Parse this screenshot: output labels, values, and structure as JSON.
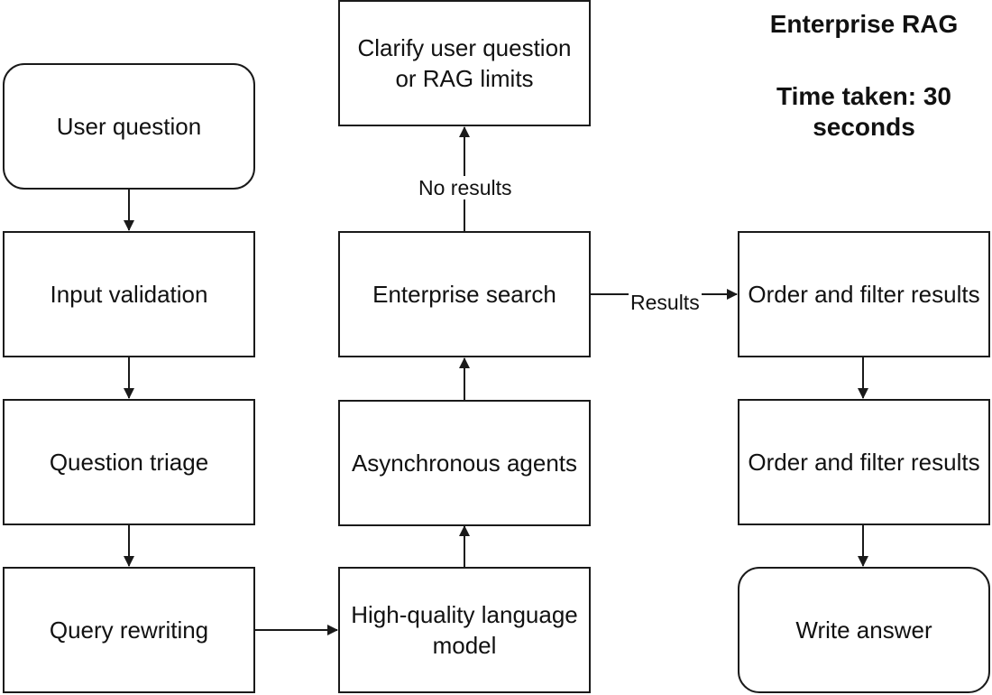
{
  "title": "Enterprise RAG",
  "time_taken": "Time taken: 30 seconds",
  "nodes": {
    "user_question": "User question",
    "input_validation": "Input validation",
    "question_triage": "Question triage",
    "query_rewriting": "Query rewriting",
    "language_model": "High-quality language model",
    "async_agents": "Asynchronous agents",
    "enterprise_search": "Enterprise search",
    "clarify": "Clarify user question or RAG limits",
    "order_filter_1": "Order and filter results",
    "order_filter_2": "Order and filter results",
    "write_answer": "Write answer"
  },
  "edges": {
    "no_results": "No results",
    "results": "Results"
  },
  "colors": {
    "stroke": "#1a1a1a",
    "background": "#ffffff"
  }
}
